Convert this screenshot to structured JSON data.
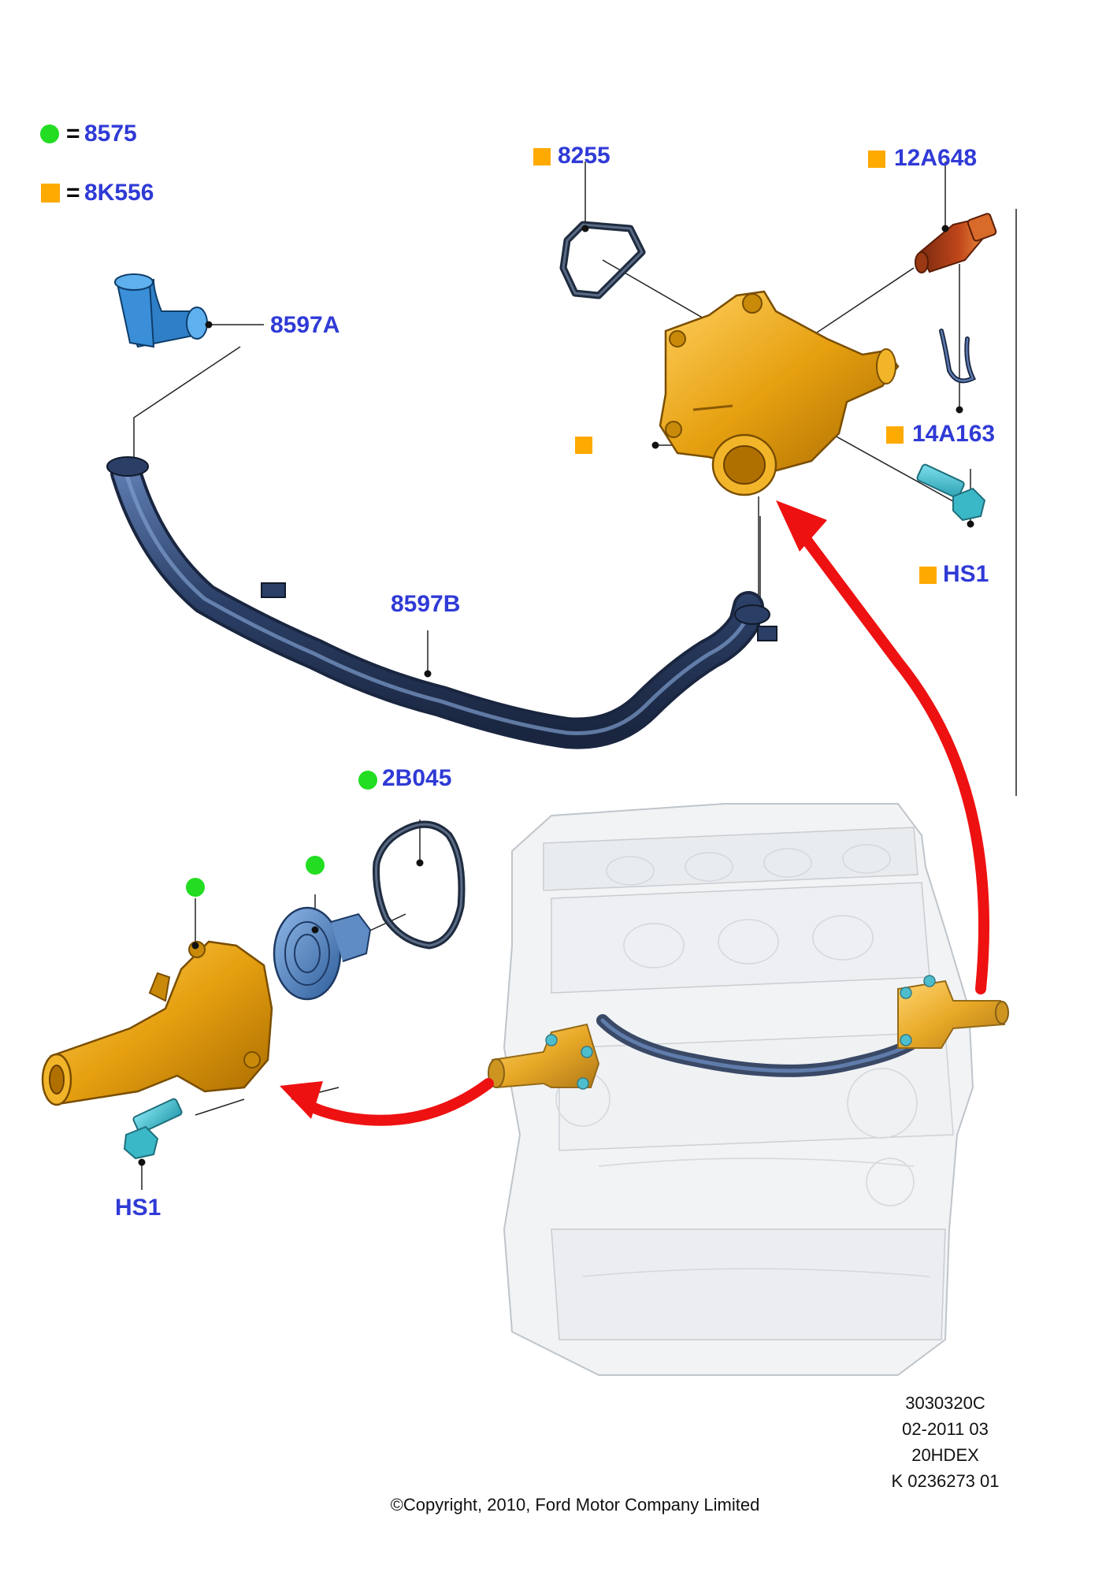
{
  "colors": {
    "callout_blue": "#2f3ad6",
    "marker_green": "#22dd22",
    "marker_orange": "#ffaa00",
    "arrow_red": "#ee1111",
    "hose_blue": "#2b3f66",
    "housing_orange": "#e6a010",
    "bolt_teal": "#3bb8c8",
    "sensor_red": "#c0461a"
  },
  "legend": {
    "items": [
      {
        "marker": "green-circle",
        "eq": "=",
        "code": "8575"
      },
      {
        "marker": "orange-square",
        "eq": "=",
        "code": "8K556"
      }
    ]
  },
  "callouts": {
    "gasket_top": "8255",
    "sensor": "12A648",
    "hose_upper": "8597A",
    "clip": "14A163",
    "bolt_top": "HS1",
    "hose_main": "8597B",
    "gasket_lower": "2B045",
    "bolt_lower": "HS1"
  },
  "reference": {
    "line1": "3030320C",
    "line2": "02-2011 03",
    "line3": "20HDEX",
    "line4": "K 0236273 01"
  },
  "copyright": "©Copyright, 2010, Ford Motor Company Limited"
}
